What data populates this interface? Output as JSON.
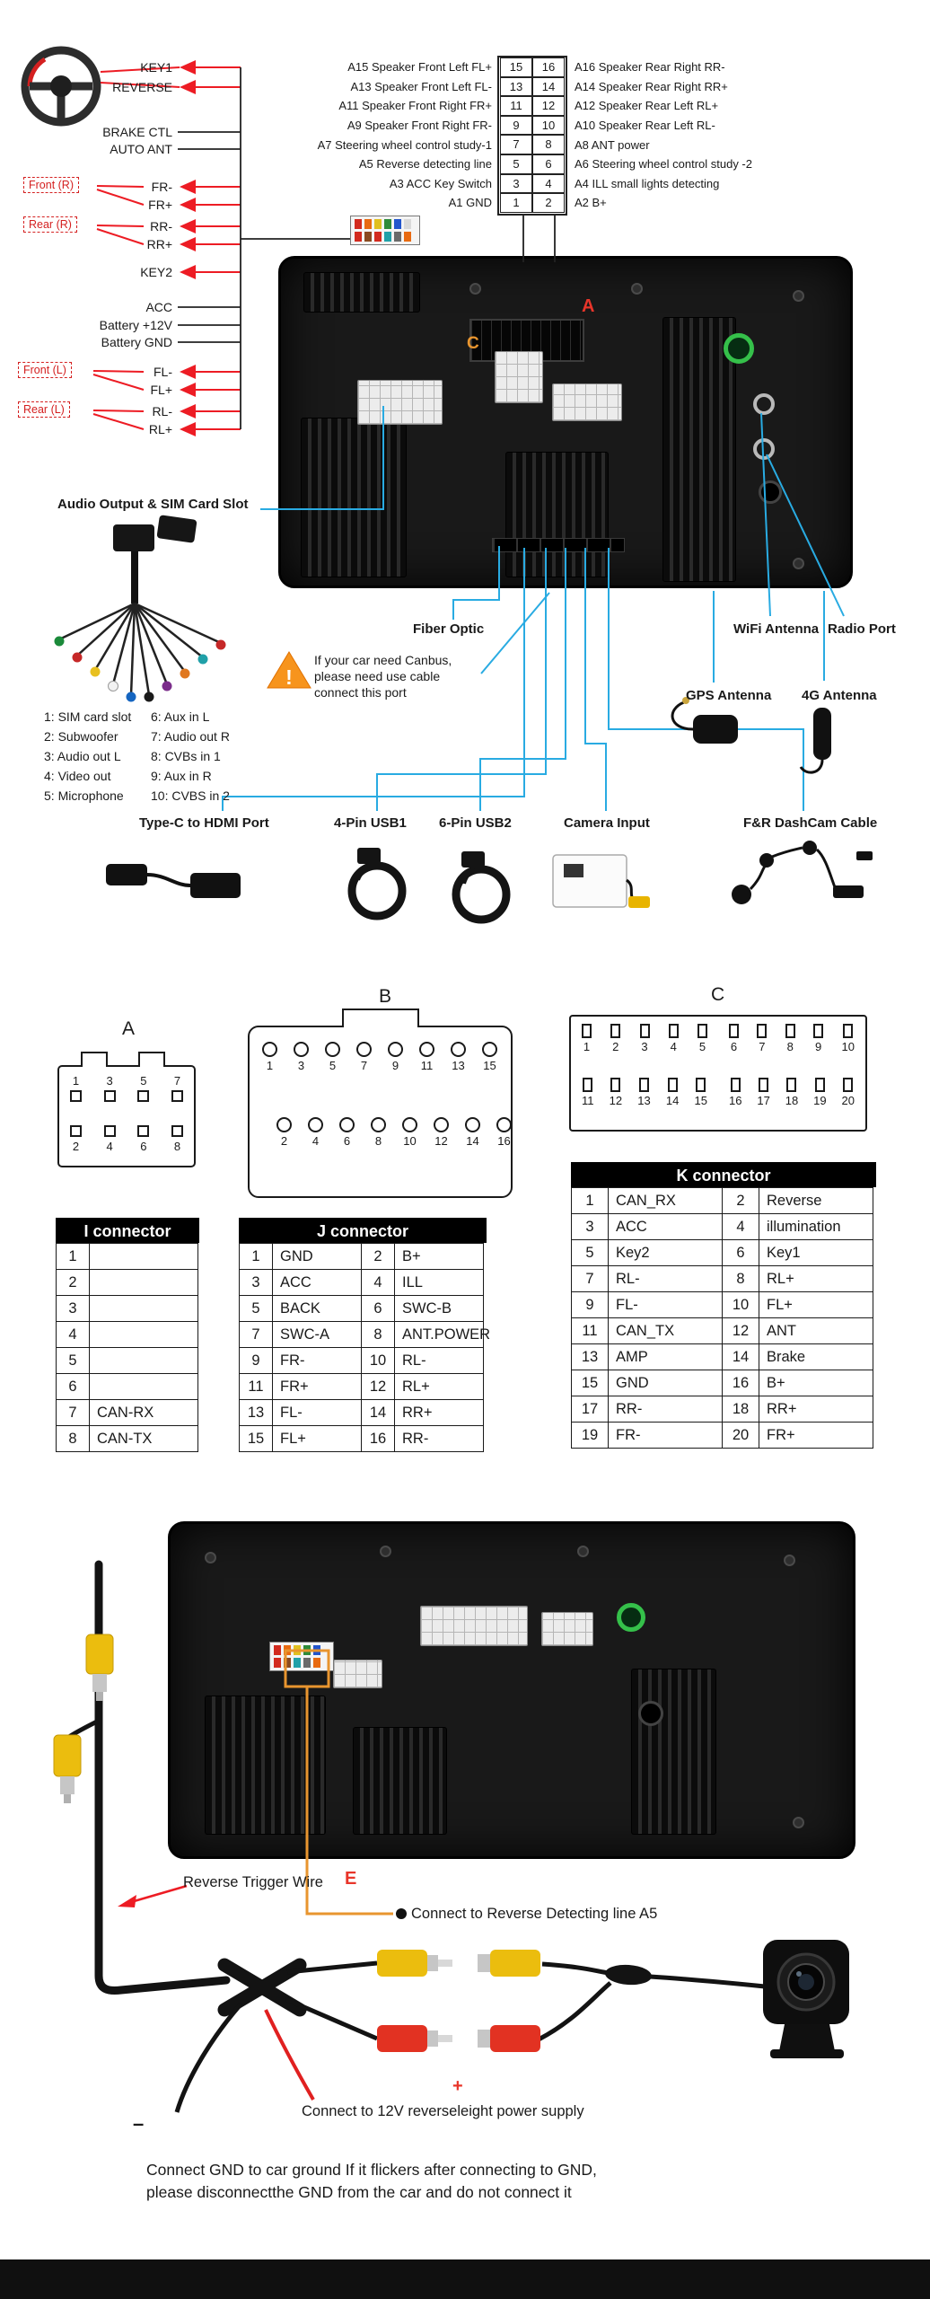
{
  "colors": {
    "cyan": "#29abe2",
    "red": "#ed1c24",
    "orange": "#e8952f",
    "yellow": "#e8b400"
  },
  "wheel_harness": {
    "labels": [
      "KEY1",
      "REVERSE",
      "BRAKE CTL",
      "AUTO ANT",
      "FR-",
      "FR+",
      "RR-",
      "RR+",
      "KEY2",
      "ACC",
      "Battery +12V",
      "Battery GND",
      "FL-",
      "FL+",
      "RL-",
      "RL+"
    ],
    "groups": [
      "Front (R)",
      "Rear (R)",
      "Front (L)",
      "Rear (L)"
    ]
  },
  "pinout_a": {
    "rows": [
      {
        "left": "A15  Speaker Front Left FL+",
        "lp": "15",
        "rp": "16",
        "right": "A16  Speaker Rear Right RR-"
      },
      {
        "left": "A13  Speaker Front Left FL-",
        "lp": "13",
        "rp": "14",
        "right": "A14  Speaker Rear Right RR+"
      },
      {
        "left": "A11  Speaker Front Right FR+",
        "lp": "11",
        "rp": "12",
        "right": "A12  Speaker Rear Left RL+"
      },
      {
        "left": "A9  Speaker Front Right FR-",
        "lp": "9",
        "rp": "10",
        "right": "A10  Speaker Rear Left RL-"
      },
      {
        "left": "A7  Steering wheel control study-1",
        "lp": "7",
        "rp": "8",
        "right": "A8  ANT power"
      },
      {
        "left": "A5  Reverse detecting line",
        "lp": "5",
        "rp": "6",
        "right": "A6  Steering wheel control study -2"
      },
      {
        "left": "A3  ACC Key Switch",
        "lp": "3",
        "rp": "4",
        "right": "A4  ILL small lights detecting"
      },
      {
        "left": "A1  GND",
        "lp": "1",
        "rp": "2",
        "right": "A2  B+"
      }
    ]
  },
  "unit_markers": {
    "a": "A",
    "c": "C"
  },
  "labels": {
    "audio_sim": "Audio Output & SIM Card Slot",
    "fiber": "Fiber Optic",
    "wifi": "WiFi Antenna",
    "radio": "Radio Port",
    "canbus": "If your car need Canbus, please need use cable connect this port",
    "warning_icon": "!",
    "gps": "GPS Antenna",
    "g4": "4G Antenna"
  },
  "harness_legend": {
    "rows": [
      [
        "1: SIM card slot",
        "6: Aux in L"
      ],
      [
        "2: Subwoofer",
        "7: Audio out R"
      ],
      [
        "3: Audio out L",
        "8: CVBs in 1"
      ],
      [
        "4: Video out",
        "9: Aux in R"
      ],
      [
        "5: Microphone",
        "10: CVBS in 2"
      ]
    ]
  },
  "ports": [
    "Type-C to HDMI Port",
    "4-Pin USB1",
    "6-Pin USB2",
    "Camera Input",
    "F&R DashCam Cable"
  ],
  "connectors": {
    "a": {
      "label": "A",
      "row1": [
        "1",
        "3",
        "5",
        "7"
      ],
      "row2": [
        "2",
        "4",
        "6",
        "8"
      ]
    },
    "b": {
      "label": "B",
      "row1": [
        "1",
        "3",
        "5",
        "7",
        "9",
        "11",
        "13",
        "15"
      ],
      "row2": [
        "2",
        "4",
        "6",
        "8",
        "10",
        "12",
        "14",
        "16"
      ]
    },
    "c": {
      "label": "C",
      "row1a": [
        "1",
        "2",
        "3",
        "4",
        "5"
      ],
      "row1b": [
        "6",
        "7",
        "8",
        "9",
        "10"
      ],
      "row2a": [
        "11",
        "12",
        "13",
        "14",
        "15"
      ],
      "row2b": [
        "16",
        "17",
        "18",
        "19",
        "20"
      ]
    }
  },
  "table_i": {
    "title": "I connector",
    "rows": [
      [
        "1",
        ""
      ],
      [
        "2",
        ""
      ],
      [
        "3",
        ""
      ],
      [
        "4",
        ""
      ],
      [
        "5",
        ""
      ],
      [
        "6",
        ""
      ],
      [
        "7",
        "CAN-RX"
      ],
      [
        "8",
        "CAN-TX"
      ]
    ]
  },
  "table_j": {
    "title": "J connector",
    "rows": [
      [
        "1",
        "GND",
        "2",
        "B+"
      ],
      [
        "3",
        "ACC",
        "4",
        "ILL"
      ],
      [
        "5",
        "BACK",
        "6",
        "SWC-B"
      ],
      [
        "7",
        "SWC-A",
        "8",
        "ANT.POWER"
      ],
      [
        "9",
        "FR-",
        "10",
        "RL-"
      ],
      [
        "11",
        "FR+",
        "12",
        "RL+"
      ],
      [
        "13",
        "FL-",
        "14",
        "RR+"
      ],
      [
        "15",
        "FL+",
        "16",
        "RR-"
      ]
    ]
  },
  "table_k": {
    "title": "K connector",
    "rows": [
      [
        "1",
        "CAN_RX",
        "2",
        "Reverse"
      ],
      [
        "3",
        "ACC",
        "4",
        "illumination"
      ],
      [
        "5",
        "Key2",
        "6",
        "Key1"
      ],
      [
        "7",
        "RL-",
        "8",
        "RL+"
      ],
      [
        "9",
        "FL-",
        "10",
        "FL+"
      ],
      [
        "11",
        "CAN_TX",
        "12",
        "ANT"
      ],
      [
        "13",
        "AMP",
        "14",
        "Brake"
      ],
      [
        "15",
        "GND",
        "16",
        "B+"
      ],
      [
        "17",
        "RR-",
        "18",
        "RR+"
      ],
      [
        "19",
        "FR-",
        "20",
        "FR+"
      ]
    ]
  },
  "reverse_section": {
    "trigger_label": "Reverse Trigger Wire",
    "e_marker": "E",
    "connect_a5": "Connect to Reverse Detecting line A5",
    "plus": "+",
    "power_note": "Connect to 12V reverseleight power supply",
    "minus": "–",
    "gnd_note_1": "Connect GND to car ground If it flickers after connecting to GND,",
    "gnd_note_2": "please disconnectthe GND from the car and do not connect it"
  }
}
